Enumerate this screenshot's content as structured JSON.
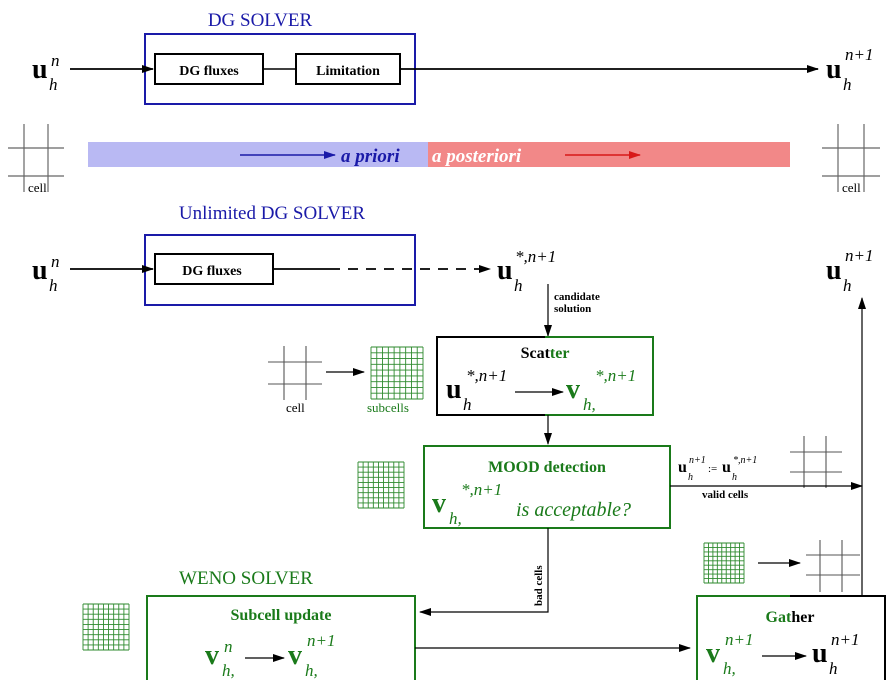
{
  "colors": {
    "blue": "#1a1aa8",
    "green": "#1a7a1a",
    "red": "#d81818",
    "black": "#000000",
    "band_blue": "#b9b9f3",
    "band_red": "#f28888"
  },
  "top": {
    "title": "DG SOLVER",
    "box1": "DG fluxes",
    "box2": "Limitation",
    "in_base": "u",
    "in_sub": "h",
    "in_sup": "n",
    "out_base": "u",
    "out_sub": "h",
    "out_sup": "n+1"
  },
  "band": {
    "a_priori": "a priori",
    "a_posteriori": "a posteriori",
    "cell_left": "cell",
    "cell_right": "cell"
  },
  "unlimited": {
    "title": "Unlimited DG SOLVER",
    "box": "DG fluxes",
    "in_base": "u",
    "in_sub": "h",
    "in_sup": "n",
    "cand_base": "u",
    "cand_sub": "h",
    "cand_sup": "*,n+1",
    "out_base": "u",
    "out_sub": "h",
    "out_sup": "n+1",
    "candidate_line1": "candidate",
    "candidate_line2": "solution"
  },
  "scatter": {
    "title_a": "Scat",
    "title_b": "ter",
    "u_base": "u",
    "u_sub": "h",
    "u_sup": "*,n+1",
    "v_base": "v",
    "v_sub": "h,",
    "v_sup": "*,n+1",
    "cell_label": "cell",
    "subcells_label": "subcells"
  },
  "mood": {
    "title": "MOOD detection",
    "v_base": "v",
    "v_sub": "h,",
    "v_sup": "*,n+1",
    "question": "is acceptable?",
    "assign_base": "u",
    "assign_sub": "h",
    "assign_sup": "n+1",
    "assign_op": ":=",
    "assign_rhs_base": "u",
    "assign_rhs_sub": "h",
    "assign_rhs_sup": "*,n+1",
    "valid_cells": "valid cells",
    "bad_cells": "bad cells"
  },
  "weno": {
    "title": "WENO SOLVER",
    "box_title": "Subcell update",
    "v1_base": "v",
    "v1_sub": "h,",
    "v1_sup": "n",
    "v2_base": "v",
    "v2_sub": "h,",
    "v2_sup": "n+1"
  },
  "gather": {
    "title_a": "Gat",
    "title_b": "her",
    "v_base": "v",
    "v_sub": "h,",
    "v_sup": "n+1",
    "u_base": "u",
    "u_sub": "h",
    "u_sup": "n+1"
  }
}
